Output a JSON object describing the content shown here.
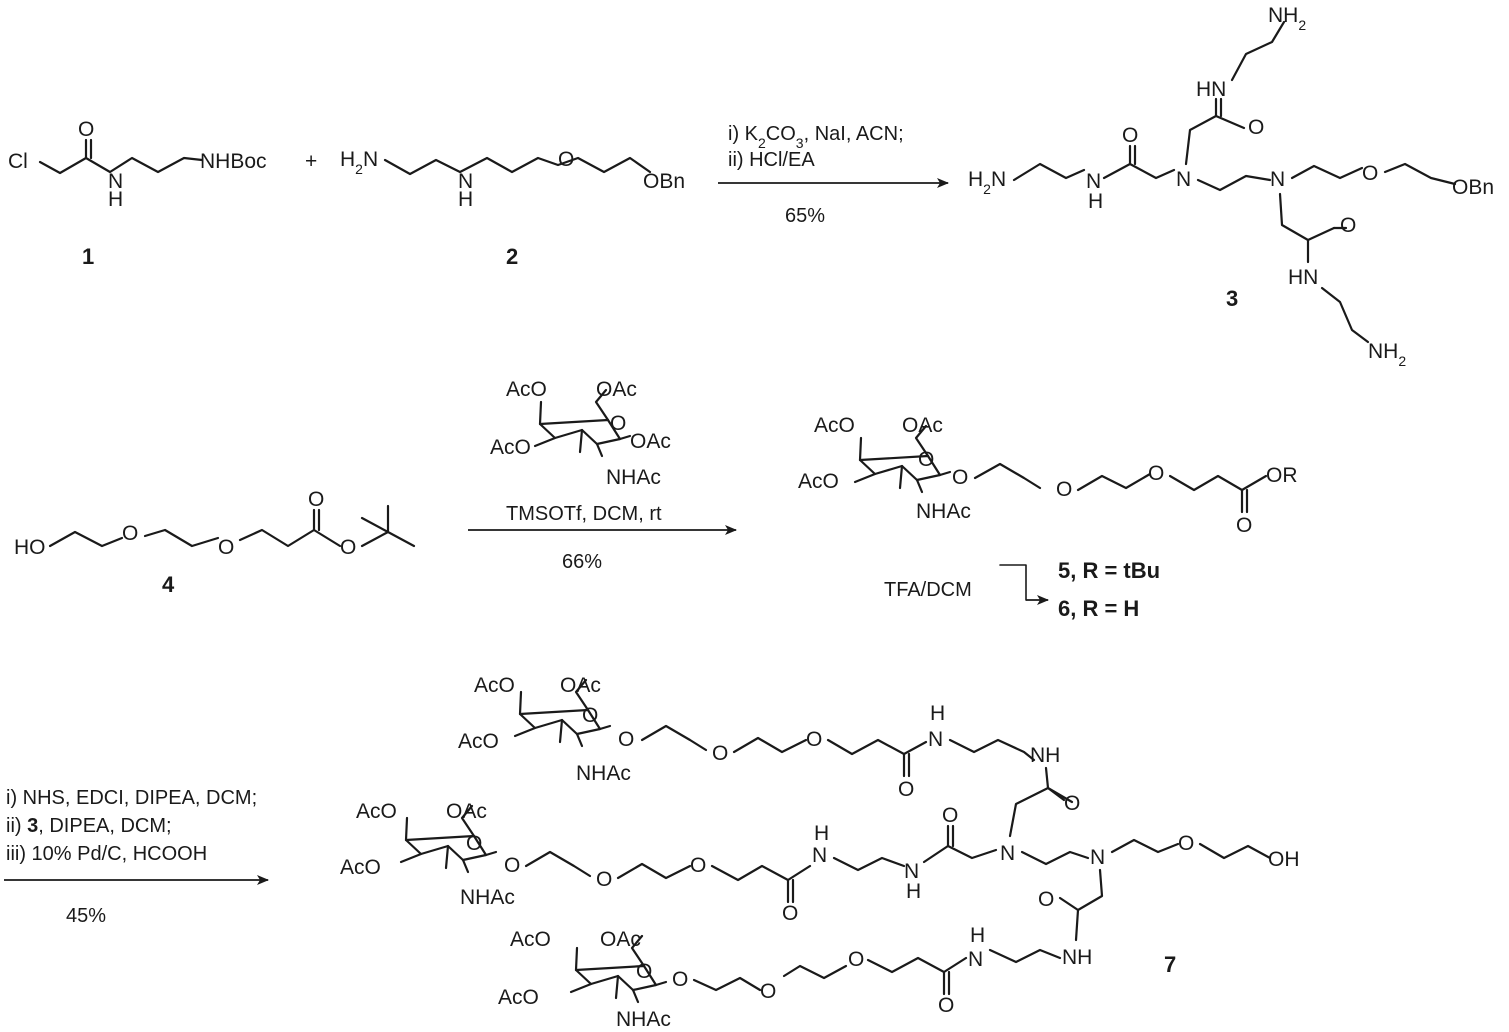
{
  "compounds": {
    "c1": {
      "number": "1",
      "cl": "Cl",
      "o": "O",
      "n": "N",
      "h": "H",
      "nhboc": "NHBoc"
    },
    "plus": "+",
    "c2": {
      "number": "2",
      "h2n": "H2N",
      "n": "N",
      "h": "H",
      "o": "O",
      "obn": "OBn"
    },
    "c3": {
      "number": "3",
      "h2n": "H2N",
      "n": "N",
      "h": "H",
      "hn": "HN",
      "nh2": "NH2",
      "o": "O",
      "obn": "OBn"
    },
    "c4": {
      "number": "4",
      "ho": "HO",
      "o": "O"
    },
    "c56": {
      "aco": "AcO",
      "oac": "OAc",
      "o": "O",
      "nhac": "NHAc",
      "or": "OR",
      "label5": "5, R = tBu",
      "label6": "6, R = H"
    },
    "c7": {
      "number": "7",
      "aco": "AcO",
      "oac": "OAc",
      "o": "O",
      "nhac": "NHAc",
      "n": "N",
      "h": "H",
      "nh": "NH",
      "oh": "OH"
    }
  },
  "reactions": {
    "step1": {
      "line1_a": "i) K",
      "line1_sub1": "2",
      "line1_b": "CO",
      "line1_sub2": "3",
      "line1_c": ", NaI, ACN;",
      "line2": "ii) HCl/EA",
      "yield": "65%"
    },
    "step2": {
      "donor": {
        "aco": "AcO",
        "oac": "OAc",
        "o": "O",
        "nhac": "NHAc"
      },
      "conditions": "TMSOTf, DCM, rt",
      "yield": "66%"
    },
    "step3": {
      "conditions": "TFA/DCM"
    },
    "step4": {
      "line1": "i) NHS, EDCI, DIPEA, DCM;",
      "line2_a": "ii) ",
      "line2_b": "3",
      "line2_c": ", DIPEA, DCM;",
      "line3": "iii) 10% Pd/C, HCOOH",
      "yield": "45%"
    }
  }
}
